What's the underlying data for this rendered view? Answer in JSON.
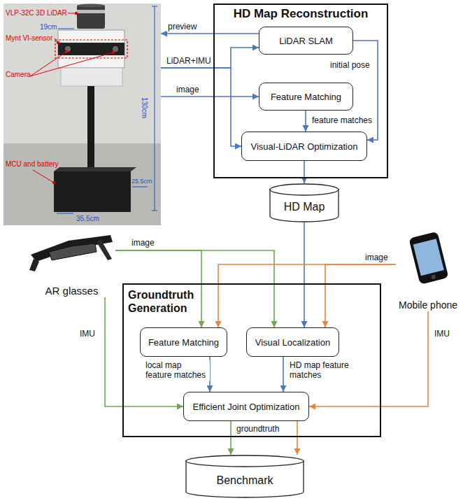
{
  "diagram": {
    "nodes": [
      {
        "text": [
          "VLP-32C 3D LiDAR",
          "Mynt VI-sensor",
          "Camera",
          "MCU and battery",
          "19cm",
          "130cm",
          "25.5cm",
          "35.5cm"
        ]
      },
      {
        "text": [
          "HD Map Reconstruction"
        ]
      },
      {
        "text": [
          "LiDAR SLAM"
        ],
        "in": 1
      },
      {
        "text": [
          "Feature Matching"
        ],
        "in": 1
      },
      {
        "text": [
          "Visual-LiDAR Optimization"
        ],
        "in": 1
      },
      {
        "text": [
          "HD Map"
        ]
      },
      {
        "text": [
          "AR glasses"
        ]
      },
      {
        "text": [
          "Mobile phone"
        ]
      },
      {
        "text": [
          "Groundtruth Generation"
        ]
      },
      {
        "text": [
          "Feature Matching"
        ],
        "in": 8
      },
      {
        "text": [
          "Visual Localization"
        ],
        "in": 8
      },
      {
        "text": [
          "Efficient Joint Optimization"
        ],
        "in": 8
      },
      {
        "text": [
          "Benchmark"
        ]
      }
    ],
    "edges": [
      {
        "from": 2,
        "to": 0,
        "label": "preview",
        "arrow": "to"
      },
      {
        "from": 0,
        "to": 2,
        "label": "LiDAR+IMU",
        "arrow": "to"
      },
      {
        "from": 0,
        "to": 4,
        "arrow": "to"
      },
      {
        "from": 0,
        "to": 3,
        "label": "image",
        "arrow": "to"
      },
      {
        "from": 2,
        "to": 4,
        "label": "initial pose",
        "arrow": "to"
      },
      {
        "from": 3,
        "to": 4,
        "label": "feature matches",
        "arrow": "to"
      },
      {
        "from": 4,
        "to": 5,
        "arrow": "to"
      },
      {
        "from": 5,
        "to": 10,
        "arrow": "to"
      },
      {
        "from": 6,
        "to": 9,
        "label": "image",
        "arrow": "to"
      },
      {
        "from": 6,
        "to": 10,
        "arrow": "to"
      },
      {
        "from": 7,
        "to": 9,
        "label": "image",
        "arrow": "to"
      },
      {
        "from": 7,
        "to": 10,
        "arrow": "to"
      },
      {
        "from": 6,
        "to": 11,
        "label": "IMU",
        "arrow": "to"
      },
      {
        "from": 7,
        "to": 11,
        "label": "IMU",
        "arrow": "to"
      },
      {
        "from": 9,
        "to": 11,
        "label": "local map feature matches",
        "arrow": "to"
      },
      {
        "from": 10,
        "to": 11,
        "label": "HD map feature matches",
        "arrow": "to"
      },
      {
        "from": 11,
        "to": 12,
        "label": "groundtruth",
        "arrow": "to"
      },
      {
        "from": 11,
        "to": 12,
        "arrow": "to"
      }
    ]
  }
}
